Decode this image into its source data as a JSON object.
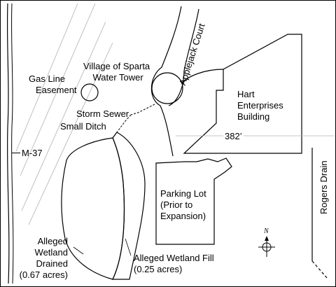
{
  "labels": {
    "gas_line_l1": "Gas Line",
    "gas_line_l2": "Easement",
    "tower_l1": "Village of Sparta",
    "tower_l2": "Water Tower",
    "storm_sewer": "Storm Sewer",
    "small_ditch": "Small Ditch",
    "m37": "M-37",
    "applejack": "Applejack Court",
    "hart_l1": "Hart",
    "hart_l2": "Enterprises",
    "hart_l3": "Building",
    "dimension": "382’",
    "rogers": "Rogers Drain",
    "parking_l1": "Parking Lot",
    "parking_l2": "(Prior to",
    "parking_l3": "Expansion)",
    "drained_l1": "Alleged",
    "drained_l2": "Wetland",
    "drained_l3": "Drained",
    "drained_l4": "(0.67 acres)",
    "fill_l1": "Alleged Wetland Fill",
    "fill_l2": "(0.25 acres)",
    "north": "N"
  },
  "colors": {
    "line": "#000000",
    "light_line": "#b0b0b0",
    "background": "#ffffff"
  }
}
